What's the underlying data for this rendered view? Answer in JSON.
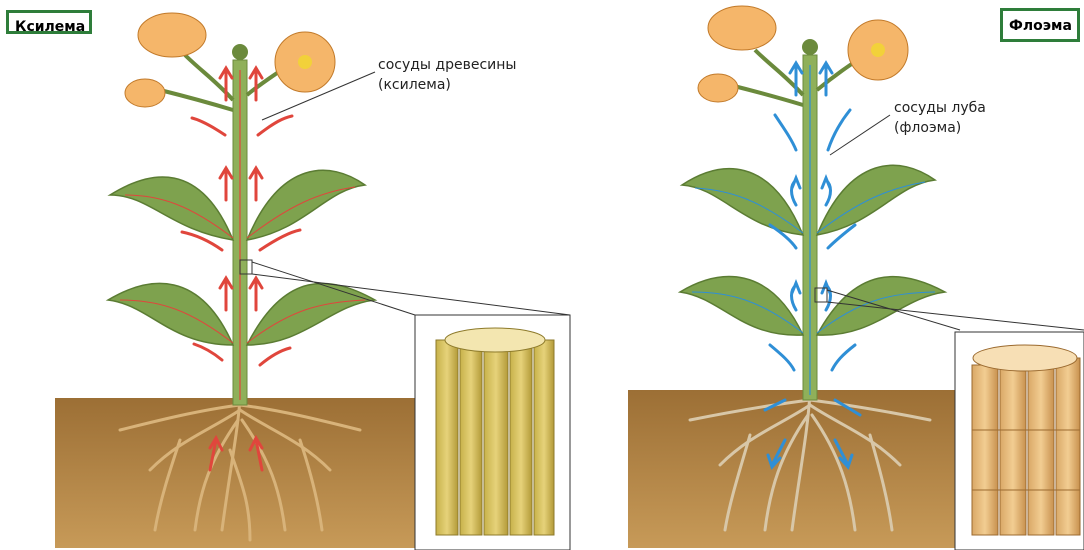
{
  "panels": {
    "xylem": {
      "title": "Ксилема",
      "callout_line1": "сосуды древесины",
      "callout_line2": "(ксилема)",
      "arrow_color": "#e0463c"
    },
    "phloem": {
      "title": "Флоэма",
      "callout_line1": "сосуды луба",
      "callout_line2": "(флоэма)",
      "arrow_color": "#2f8fd6"
    }
  },
  "colors": {
    "soil": "#a87a3e",
    "stem": "#8fb05a",
    "leaf": "#7ea24e",
    "flower": "#f5b66a",
    "frame": "#2e7d3a"
  }
}
